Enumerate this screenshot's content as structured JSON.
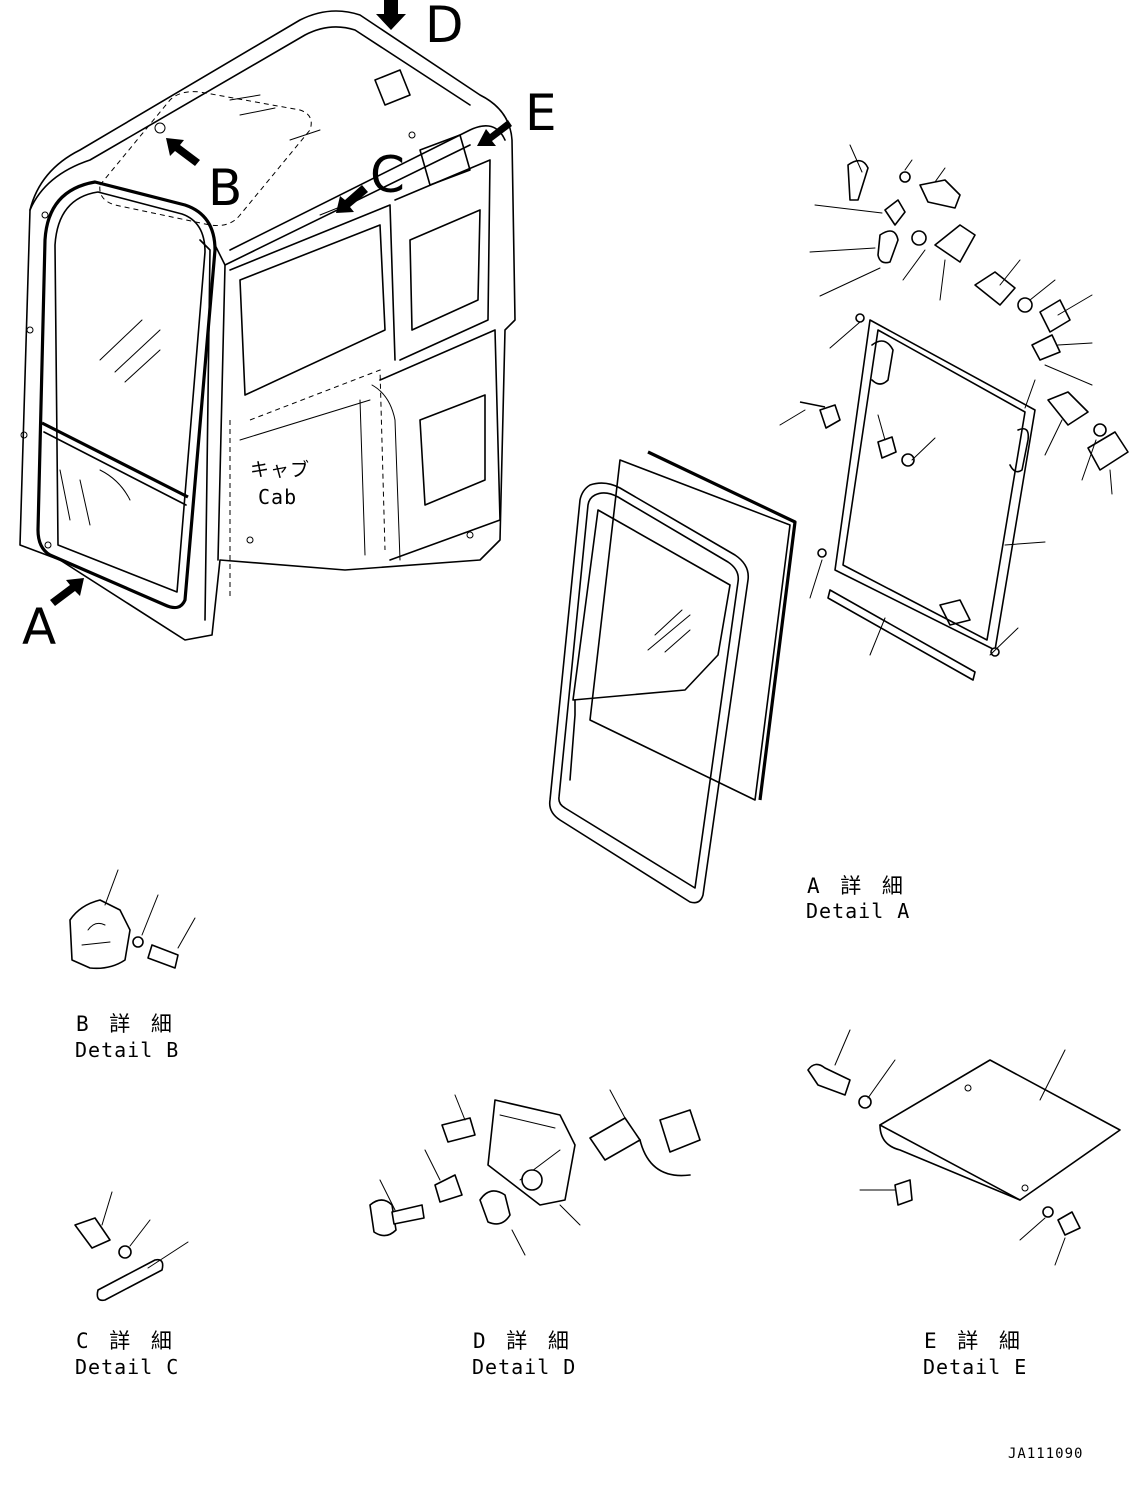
{
  "view_labels": {
    "A": "A",
    "B": "B",
    "C": "C",
    "D": "D",
    "E": "E"
  },
  "cab_label": {
    "japanese": "キャブ",
    "english": "Cab"
  },
  "details": {
    "A": {
      "japanese": "A 詳 細",
      "english": "Detail A"
    },
    "B": {
      "japanese": "B 詳 細",
      "english": "Detail B"
    },
    "C": {
      "japanese": "C 詳 細",
      "english": "Detail C"
    },
    "D": {
      "japanese": "D 詳 細",
      "english": "Detail D"
    },
    "E": {
      "japanese": "E 詳 細",
      "english": "Detail E"
    }
  },
  "drawing_code": "JA111090"
}
